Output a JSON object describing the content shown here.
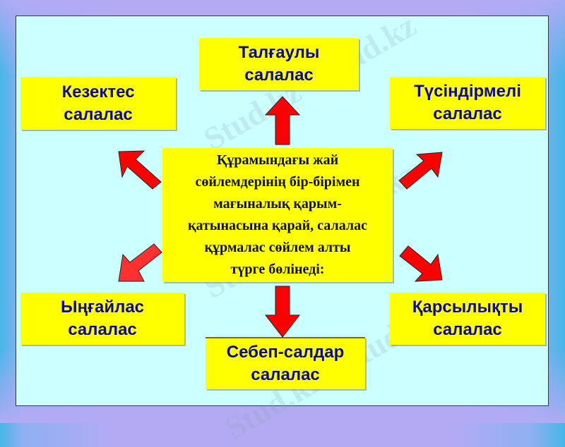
{
  "slide": {
    "center_text": [
      "Құрамындағы жай",
      "сөйлемдерінің бір-бірімен",
      "мағыналық қарым-",
      "қатынасына қарай, салалас",
      "құрмалас сөйлем алты",
      "түрге бөлінеді:"
    ],
    "boxes": {
      "top": [
        "Талғаулы",
        "салалас"
      ],
      "top_left": [
        "Кезектес",
        "салалас"
      ],
      "top_right": [
        "Түсіндірмелі",
        "салалас"
      ],
      "bottom_left": [
        "Ыңғайлас",
        "салалас"
      ],
      "bottom": [
        "Себеп-салдар",
        "салалас"
      ],
      "bottom_right": [
        "Қарсылықты",
        "салалас"
      ]
    },
    "watermark": "Stud.kz - Stud.kz",
    "colors": {
      "panel_bg": "#ccffff",
      "box_bg": "#ffff00",
      "box_text": "#0a0a8a",
      "arrow_fill": "#ff0000",
      "center_text": "#111111"
    }
  }
}
